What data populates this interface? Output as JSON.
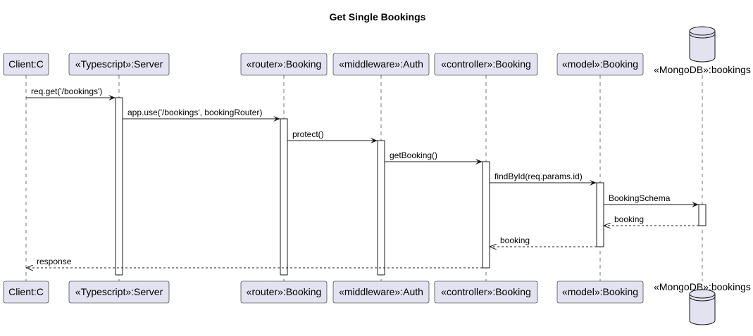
{
  "title": "Get Single Bookings",
  "participants": [
    {
      "name": "Client:C",
      "type": "box"
    },
    {
      "name": "«Typescript»:Server",
      "type": "box"
    },
    {
      "name": "«router»:Booking",
      "type": "box"
    },
    {
      "name": "«middleware»:Auth",
      "type": "box"
    },
    {
      "name": "«controller»:Booking",
      "type": "box"
    },
    {
      "name": "«model»:Booking",
      "type": "box"
    },
    {
      "name": "«MongoDB»:bookings",
      "type": "database"
    }
  ],
  "messages": [
    {
      "from": 0,
      "to": 1,
      "label": "req.get('/bookings')",
      "return": false
    },
    {
      "from": 1,
      "to": 2,
      "label": "app.use('/bookings', bookingRouter)",
      "return": false
    },
    {
      "from": 2,
      "to": 3,
      "label": "protect()",
      "return": false
    },
    {
      "from": 3,
      "to": 4,
      "label": "getBooking()",
      "return": false
    },
    {
      "from": 4,
      "to": 5,
      "label": "findById(req.params.id)",
      "return": false
    },
    {
      "from": 5,
      "to": 6,
      "label": "BookingSchema",
      "return": false
    },
    {
      "from": 6,
      "to": 5,
      "label": "booking",
      "return": true
    },
    {
      "from": 5,
      "to": 4,
      "label": "booking",
      "return": true
    },
    {
      "from": 4,
      "to": 0,
      "label": "response",
      "return": true
    }
  ]
}
